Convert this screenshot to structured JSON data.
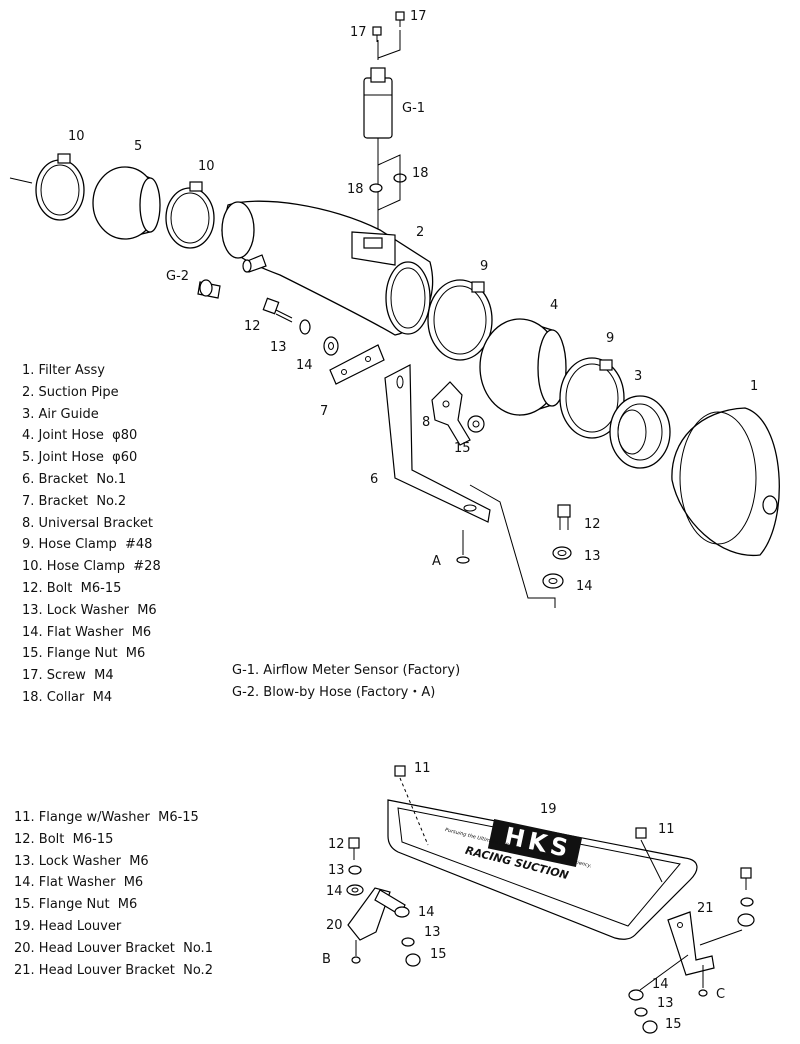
{
  "parts_list_main": [
    "1. Filter Assy",
    "2. Suction Pipe",
    "3. Air Guide",
    "4. Joint Hose  φ80",
    "5. Joint Hose  φ60",
    "6. Bracket  No.1",
    "7. Bracket  No.2",
    "8. Universal Bracket",
    "9. Hose Clamp  #48",
    "10. Hose Clamp  #28",
    "12. Bolt  M6-15",
    "13. Lock Washer  M6",
    "14. Flat Washer  M6",
    "15. Flange Nut  M6",
    "17. Screw  M4",
    "18. Collar  M4"
  ],
  "parts_list_factory": [
    "G-1. Airflow Meter Sensor (Factory)",
    "G-2. Blow-by Hose (Factory・A)"
  ],
  "parts_list_louver": [
    "11. Flange w/Washer  M6-15",
    "12. Bolt  M6-15",
    "13. Lock Washer  M6",
    "14. Flat Washer  M6",
    "15. Flange Nut  M6",
    "19. Head Louver",
    "20. Head Louver Bracket  No.1",
    "21. Head Louver Bracket  No.2"
  ],
  "callouts": {
    "n1": "1",
    "n2": "2",
    "n3": "3",
    "n4": "4",
    "n5": "5",
    "n6": "6",
    "n7": "7",
    "n8": "8",
    "n9": "9",
    "n10": "10",
    "n11": "11",
    "n12": "12",
    "n13": "13",
    "n14": "14",
    "n15": "15",
    "n17": "17",
    "n18": "18",
    "n19": "19",
    "n20": "20",
    "n21": "21",
    "g1": "G-1",
    "g2": "G-2",
    "a": "A",
    "b": "B",
    "c": "C"
  },
  "louver": {
    "brand": "HKS",
    "tagline": "Pursuing the Ultimate in Engine Performance and Efficiency.",
    "product": "RACING SUCTION"
  },
  "colors": {
    "line": "#000000",
    "background": "#ffffff"
  }
}
